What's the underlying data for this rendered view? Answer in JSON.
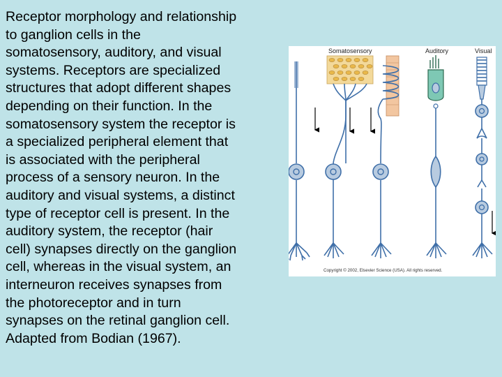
{
  "caption": "Receptor morphology and relationship\nto ganglion cells in the\nsomatosensory, auditory, and visual\nsystems. Receptors are specialized\nstructures that adopt different shapes\ndepending on their function. In the\nsomatosensory system the receptor is\na specialized peripheral element that\nis associated with the peripheral\nprocess of a sensory neuron. In the\nauditory and visual systems, a distinct\ntype of receptor cell is present. In the\nauditory system, the receptor (hair\ncell) synapses directly on the ganglion\ncell, whereas in the visual system, an\ninterneuron receives synapses from\nthe photoreceptor and in turn\nsynapses on the retinal ganglion cell.\nAdapted from Bodian (1967).",
  "figure": {
    "labels": {
      "somatosensory": "Somatosensory",
      "auditory": "Auditory",
      "visual": "Visual"
    },
    "copyright": "Copyright © 2002, Elsevier Science (USA). All rights reserved."
  },
  "colors": {
    "background": "#bfe3e8",
    "neuron_stroke": "#3f6fa8",
    "soma_fill": "#b8cbe0",
    "skin_fill": "#f2c6a0",
    "receptor_fill": "#7ec8b4",
    "dots_fill": "#f3d99a"
  }
}
